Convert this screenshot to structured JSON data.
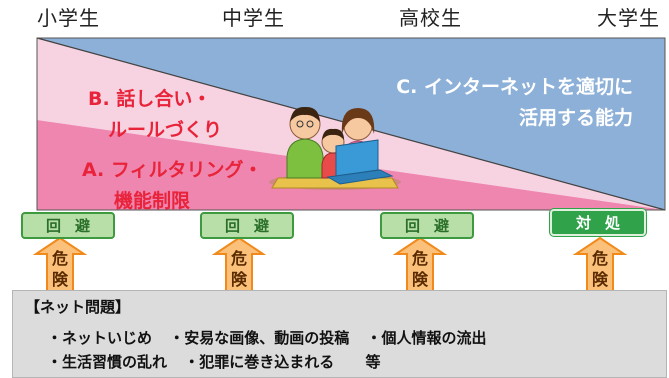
{
  "stages": [
    "小学生",
    "中学生",
    "高校生",
    "大学生"
  ],
  "regions": {
    "b_lines": [
      "B. 話し合い・",
      "ルールづくり"
    ],
    "a_lines": [
      "A. フィルタリング・",
      "機能制限"
    ],
    "c_lines": [
      "C. インターネットを適切に",
      "活用する能力"
    ]
  },
  "actions": [
    {
      "label": "回避",
      "style": "avoid"
    },
    {
      "label": "回避",
      "style": "avoid"
    },
    {
      "label": "回避",
      "style": "avoid"
    },
    {
      "label": "対処",
      "style": "deal"
    }
  ],
  "danger": [
    "危",
    "険"
  ],
  "problems": {
    "title": "【ネット問題】",
    "line1": [
      "・ネットいじめ",
      "・安易な画像、動画の投稿",
      "・個人情報の流出"
    ],
    "line2": [
      "・生活習慣の乱れ",
      "・犯罪に巻き込まれる",
      "等"
    ]
  },
  "colors": {
    "region_a": "#ee86b0",
    "region_b": "#f7d3e2",
    "region_c": "#8db0d8",
    "arrow_fill": "#fbc17a",
    "arrow_stroke": "#f08a1c",
    "label_red": "#e8233a"
  }
}
